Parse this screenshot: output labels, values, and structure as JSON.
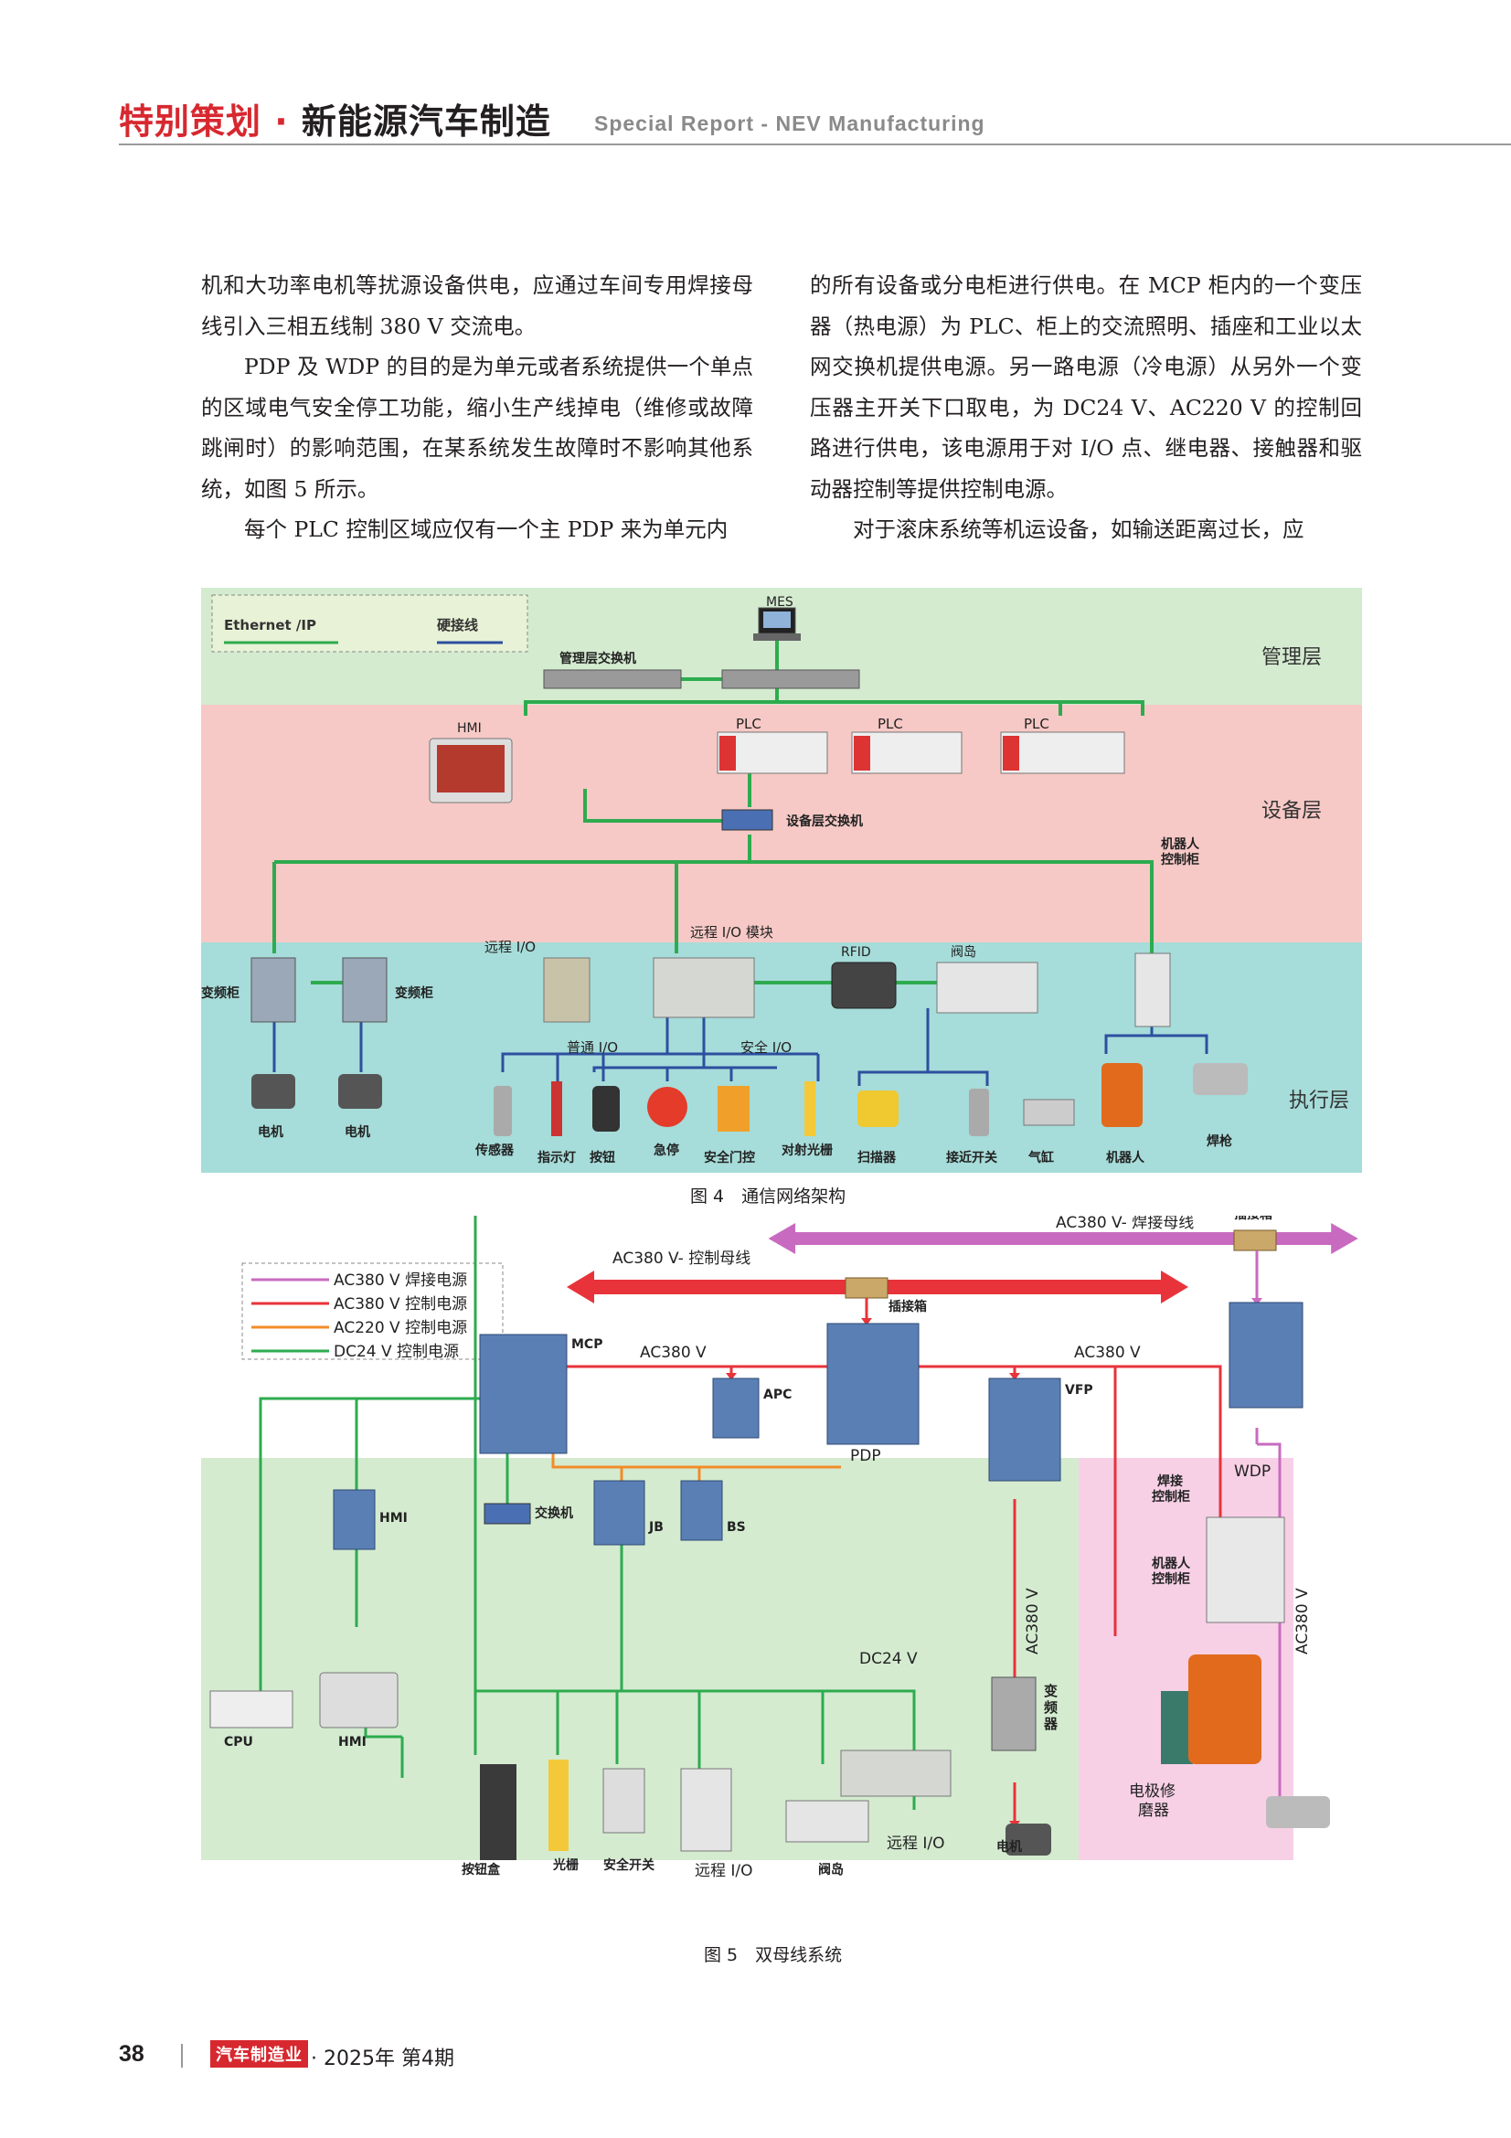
{
  "header": {
    "section": "特别策划",
    "dot": "·",
    "topic": "新能源汽车制造",
    "english": "Special Report - NEV Manufacturing"
  },
  "body": {
    "left": [
      "机和大功率电机等扰源设备供电，应通过车间专用焊接母线引入三相五线制 380 V 交流电。",
      "PDP 及 WDP 的目的是为单元或者系统提供一个单点的区域电气安全停工功能，缩小生产线掉电（维修或故障跳闸时）的影响范围，在某系统发生故障时不影响其他系统，如图 5 所示。",
      "每个 PLC 控制区域应仅有一个主 PDP 来为单元内"
    ],
    "right": [
      "的所有设备或分电柜进行供电。在 MCP 柜内的一个变压器（热电源）为 PLC、柜上的交流照明、插座和工业以太网交换机提供电源。另一路电源（冷电源）从另外一个变压器主开关下口取电，为 DC24 V、AC220 V 的控制回路进行供电，该电源用于对 I/O 点、继电器、接触器和驱动器控制等提供控制电源。",
      "对于滚床系统等机运设备，如输送距离过长，应"
    ]
  },
  "fig4": {
    "caption": "图 4　通信网络架构",
    "legend": {
      "ethernet": "Ethernet /IP",
      "hardwire": "硬接线"
    },
    "layers": {
      "mgmt": "管理层",
      "device": "设备层",
      "exec": "执行层"
    },
    "mes": "MES",
    "mgmt_switch": "管理层交换机",
    "hmi": "HMI",
    "plc": [
      "PLC",
      "PLC",
      "PLC"
    ],
    "dev_switch": "设备层交换机",
    "robot_cabinet": "机器人\n控制柜",
    "remote_io": "远程 I/O",
    "remote_io_module": "远程 I/O 模块",
    "rfid": "RFID",
    "valve": "阀岛",
    "vfd": [
      "变频柜",
      "变频柜"
    ],
    "general_io": "普通 I/O",
    "safety_io": "安全 I/O",
    "exec_items": [
      "电机",
      "电机",
      "传感器",
      "指示灯",
      "按钮",
      "急停",
      "安全门控",
      "对射光栅",
      "扫描器",
      "接近开关",
      "气缸",
      "机器人",
      "焊枪"
    ]
  },
  "fig5": {
    "caption": "图 5　双母线系统",
    "legend": [
      "AC380 V 焊接电源",
      "AC380 V 控制电源",
      "AC220 V 控制电源",
      "DC24 V 控制电源"
    ],
    "colors": {
      "weld": "#c86bc0",
      "ctrl380": "#e8333a",
      "ctrl220": "#f28c28",
      "dc24": "#2eab4f"
    },
    "weld_bus": "AC380 V- 焊接母线",
    "ctrl_bus": "AC380 V- 控制母线",
    "plugbox": "插接箱",
    "ac380": "AC380 V",
    "dc24": "DC24 V",
    "mcp": "MCP",
    "apc": "APC",
    "bs": "BS",
    "jb": "JB",
    "pdp": "PDP",
    "vfp": "VFP",
    "wdp": "WDP",
    "hmi": "HMI",
    "switch": "交换机",
    "cpu": "CPU",
    "weld_cab": "焊接\n控制柜",
    "robot_cab": "机器人\n控制柜",
    "vfd": "变\n频\n器",
    "electrode": "电极修\n磨器",
    "motor": "电机",
    "remote_io": "远程 I/O",
    "button_box": "按钮盒",
    "light_curtain": "光栅",
    "safety_switch": "安全开关",
    "valve": "阀岛"
  },
  "footer": {
    "page": "38",
    "magazine": "汽车制造业",
    "issue": "· 2025年  第4期"
  }
}
